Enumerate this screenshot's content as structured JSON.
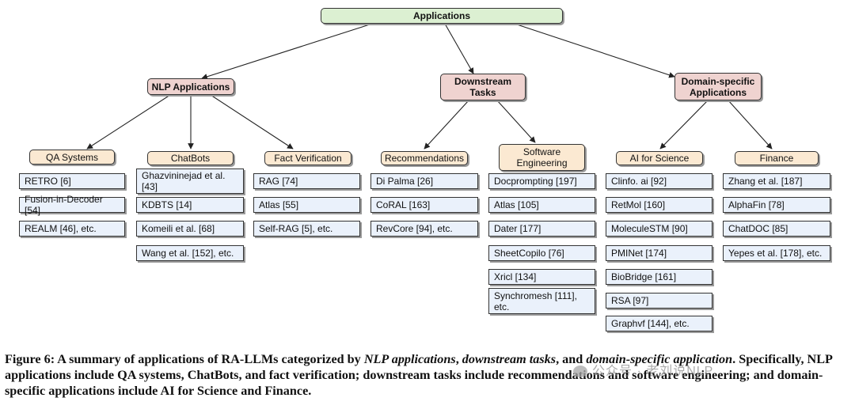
{
  "diagram": {
    "root": "Applications",
    "categories": {
      "nlp": "NLP Applications",
      "downstream": "Downstream Tasks",
      "domain": "Domain-specific Applications"
    },
    "subcategories": {
      "qa": "QA Systems",
      "chatbots": "ChatBots",
      "fact": "Fact Verification",
      "recs": "Recommendations",
      "software": "Software Engineering",
      "ai_science": "AI for Science",
      "finance": "Finance"
    },
    "leaves": {
      "qa": [
        "RETRO [6]",
        "Fusion-in-Decoder [54]",
        "REALM [46], etc."
      ],
      "chatbots": [
        "Ghazvininejad et al. [43]",
        "KDBTS [14]",
        "Komeili et al. [68]",
        "Wang et al. [152], etc."
      ],
      "fact": [
        "RAG [74]",
        "Atlas [55]",
        "Self-RAG [5], etc."
      ],
      "recs": [
        "Di Palma [26]",
        "CoRAL [163]",
        "RevCore [94], etc."
      ],
      "software": [
        "Docprompting [197]",
        "Atlas [105]",
        "Dater [177]",
        "SheetCopilo [76]",
        "Xricl [134]",
        "Synchromesh [111], etc."
      ],
      "ai_science": [
        "Clinfo. ai [92]",
        "RetMol [160]",
        "MoleculeSTM [90]",
        "PMINet [174]",
        "BioBridge [161]",
        "RSA [97]",
        "Graphvf [144], etc."
      ],
      "finance": [
        "Zhang et al. [187]",
        "AlphaFin [78]",
        "ChatDOC [85]",
        "Yepes et al. [178], etc."
      ]
    }
  },
  "caption": {
    "prefix": "Figure 6: A summary of applications of RA-LLMs categorized by ",
    "em1": "NLP applications",
    "mid1": ", ",
    "em2": "downstream tasks",
    "mid2": ", and ",
    "em3": "domain-specific application",
    "suffix": ". Specifically, NLP applications include QA systems, ChatBots, and fact verification; downstream tasks include recommendations and software engineering; and domain-specific applications include AI for Science and Finance."
  },
  "watermark": "公众号 · 老刘说NLP"
}
